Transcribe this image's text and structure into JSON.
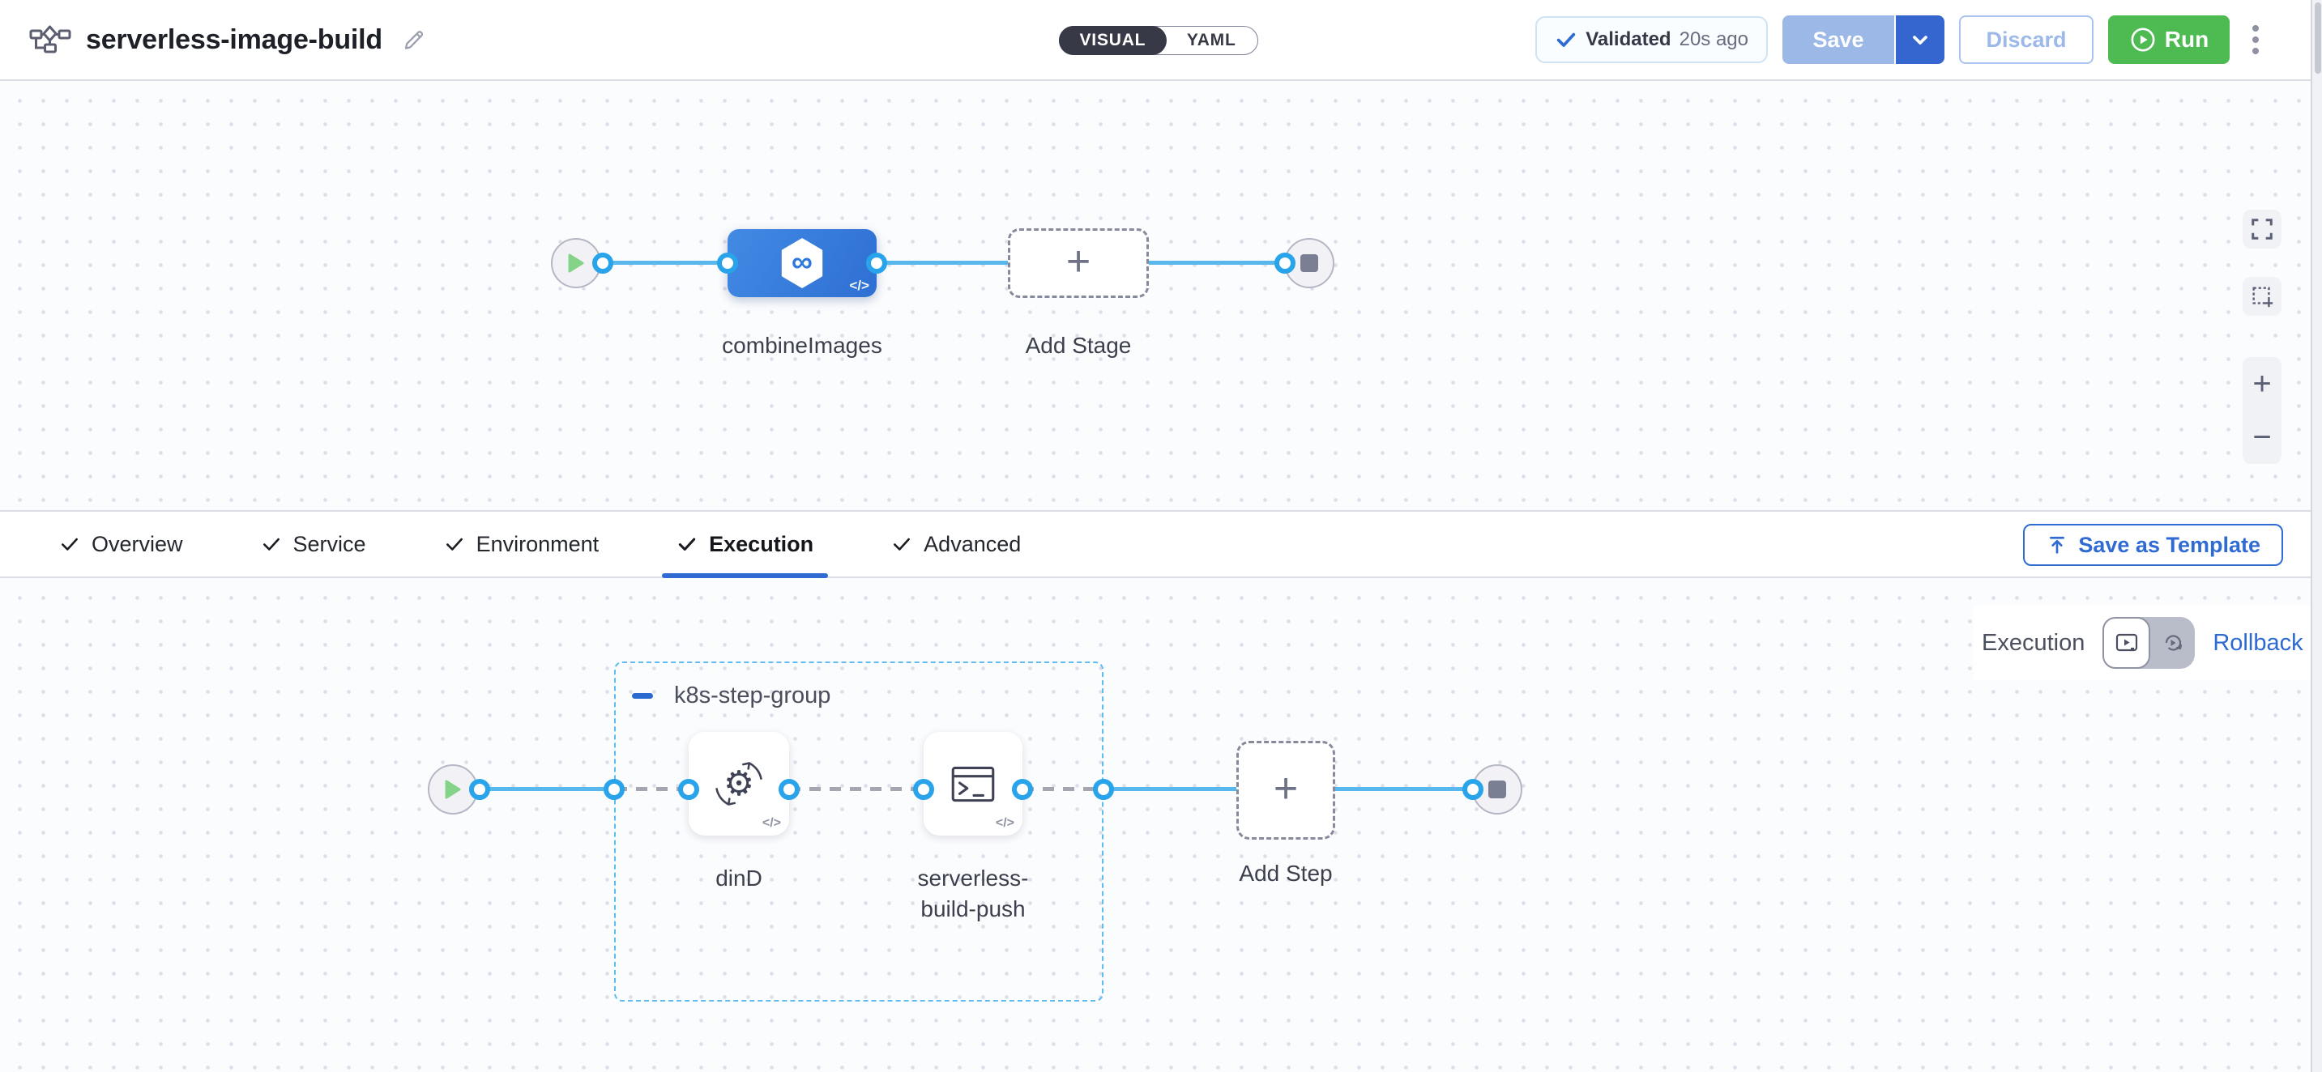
{
  "header": {
    "title": "serverless-image-build",
    "mode_toggle": {
      "options": [
        "VISUAL",
        "YAML"
      ],
      "selected": "VISUAL"
    },
    "validation": {
      "status": "Validated",
      "time": "20s ago"
    },
    "actions": {
      "save": "Save",
      "discard": "Discard",
      "run": "Run"
    }
  },
  "stage_pipeline": {
    "stages": [
      {
        "name": "combineImages",
        "type": "ci-stage"
      }
    ],
    "add_stage_label": "Add Stage"
  },
  "tabs": {
    "items": [
      {
        "label": "Overview",
        "checked": true
      },
      {
        "label": "Service",
        "checked": true
      },
      {
        "label": "Environment",
        "checked": true
      },
      {
        "label": "Execution",
        "checked": true
      },
      {
        "label": "Advanced",
        "checked": true
      }
    ],
    "selected": "Execution",
    "save_as_template_label": "Save as Template"
  },
  "execution": {
    "view_label": "Execution",
    "rollback_label": "Rollback",
    "step_group": {
      "name": "k8s-step-group",
      "steps": [
        {
          "name": "dinD",
          "icon": "docker-dind-icon"
        },
        {
          "name": "serverless-build-push",
          "icon": "terminal-icon"
        }
      ]
    },
    "add_step_label": "Add Step"
  },
  "icons": {
    "plus": "+",
    "minus": "−",
    "code": "</>",
    "infinity": "∞"
  },
  "colors": {
    "accent_blue": "#2F6BD2",
    "run_green": "#4DBA52",
    "stage_node_blue": "#3B82DD",
    "wire_blue": "#58B7EC",
    "port_blue": "#29A3E9",
    "group_border_blue": "#5EBCF0",
    "toggle_dark": "#383946"
  }
}
